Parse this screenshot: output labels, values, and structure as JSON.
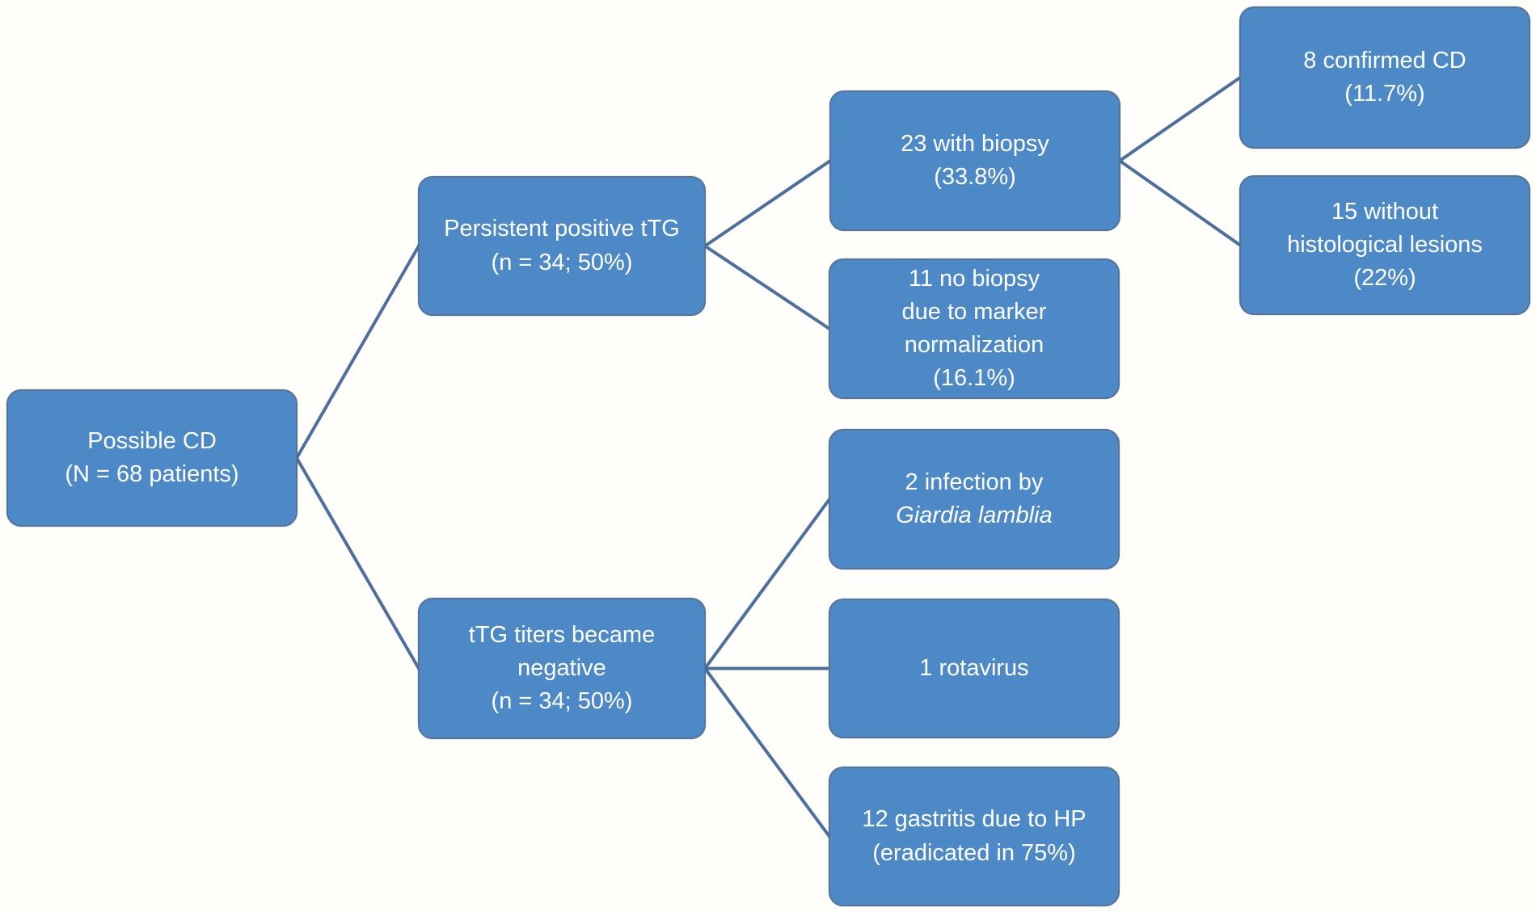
{
  "figure": {
    "description": "Flowchart of possible celiac disease patient outcomes"
  },
  "colors": {
    "background": "#fffefb",
    "node_fill": "#4d89c6",
    "node_border": "#56749a",
    "connector": "#4d6f9c",
    "text": "#ffffff"
  },
  "nodes": {
    "possible_cd": {
      "lines": [
        "Possible CD",
        "(N = 68 patients)"
      ]
    },
    "persistent_positive_ttg": {
      "lines": [
        "Persistent positive tTG",
        "(n = 34; 50%)"
      ]
    },
    "ttg_titers_negative": {
      "lines": [
        "tTG titers became",
        "negative",
        "(n = 34; 50%)"
      ]
    },
    "with_biopsy": {
      "lines": [
        "23 with biopsy",
        "(33.8%)"
      ]
    },
    "no_biopsy": {
      "lines": [
        "11 no biopsy",
        "due to marker",
        "normalization",
        "(16.1%)"
      ]
    },
    "confirmed_cd": {
      "lines": [
        "8 confirmed CD",
        "(11.7%)"
      ]
    },
    "no_histological_lesions": {
      "lines": [
        "15 without",
        "histological lesions",
        "(22%)"
      ]
    },
    "giardia_infection": {
      "lines": [
        "2 infection by",
        "Giardia lamblia"
      ],
      "italic_line_index": 1
    },
    "rotavirus": {
      "lines": [
        "1 rotavirus"
      ]
    },
    "gastritis_hp": {
      "lines": [
        "12 gastritis due to HP",
        "(eradicated in 75%)"
      ]
    }
  },
  "edges": [
    {
      "from": "possible-cd",
      "to": "persistent-positive-ttg"
    },
    {
      "from": "possible-cd",
      "to": "ttg-titers-negative"
    },
    {
      "from": "persistent-positive-ttg",
      "to": "with-biopsy"
    },
    {
      "from": "persistent-positive-ttg",
      "to": "no-biopsy"
    },
    {
      "from": "with-biopsy",
      "to": "confirmed-cd"
    },
    {
      "from": "with-biopsy",
      "to": "no-histological-lesions"
    },
    {
      "from": "ttg-titers-negative",
      "to": "giardia-infection"
    },
    {
      "from": "ttg-titers-negative",
      "to": "rotavirus"
    },
    {
      "from": "ttg-titers-negative",
      "to": "gastritis-hp"
    }
  ]
}
